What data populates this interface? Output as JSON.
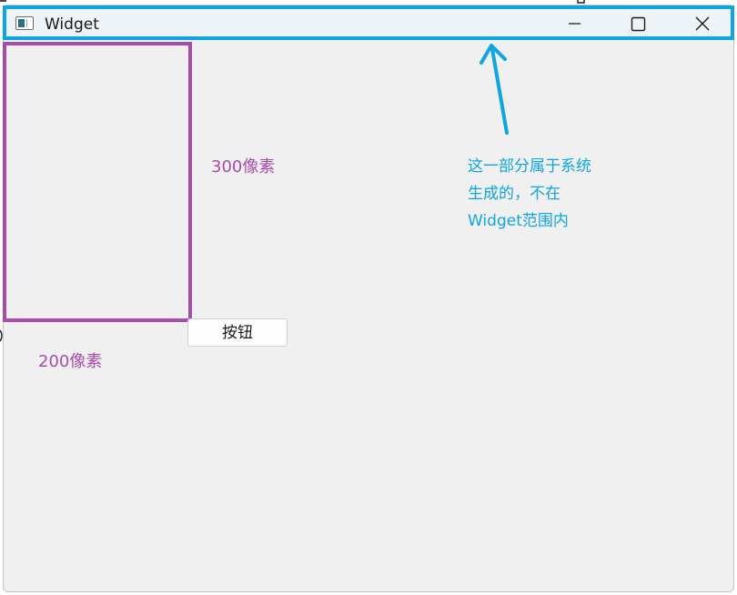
{
  "window": {
    "title": "Widget",
    "controls": {
      "minimize_icon": "minimize-icon",
      "maximize_icon": "maximize-icon",
      "close_icon": "close-icon"
    }
  },
  "content": {
    "button_label": "按钮"
  },
  "annotations": {
    "height_label": "300像素",
    "width_label": "200像素",
    "note_lines": [
      "这一部分属于系统",
      "生成的，不在",
      "Widget范围内"
    ],
    "highlight_color": "#0ea5e0",
    "dimension_color": "#a84cac"
  }
}
